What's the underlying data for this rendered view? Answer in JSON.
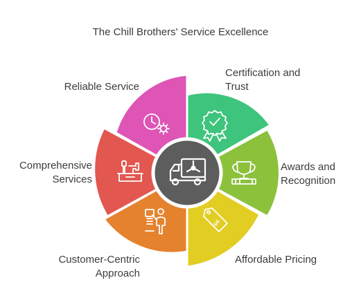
{
  "title": "The Chill Brothers' Service Excellence",
  "center": {
    "icon": "delivery-truck-snowflake-icon",
    "color": "#5d5d5d"
  },
  "segments": [
    {
      "id": "certification",
      "lines": [
        "Certification and",
        "Trust"
      ],
      "color": "#3ec47c",
      "icon": "award-badge-check-icon"
    },
    {
      "id": "awards",
      "lines": [
        "Awards and",
        "Recognition"
      ],
      "color": "#8cc13c",
      "icon": "trophy-icon"
    },
    {
      "id": "pricing",
      "lines": [
        "Affordable Pricing"
      ],
      "color": "#e2cd23",
      "icon": "price-tag-icon"
    },
    {
      "id": "customer",
      "lines": [
        "Customer-Centric",
        "Approach"
      ],
      "color": "#e5822e",
      "icon": "presenter-icon"
    },
    {
      "id": "comprehensive",
      "lines": [
        "Comprehensive",
        "Services"
      ],
      "color": "#e2574f",
      "icon": "toolbox-icon"
    },
    {
      "id": "reliable",
      "lines": [
        "Reliable Service"
      ],
      "color": "#de55b6",
      "icon": "clock-gear-icon"
    }
  ]
}
